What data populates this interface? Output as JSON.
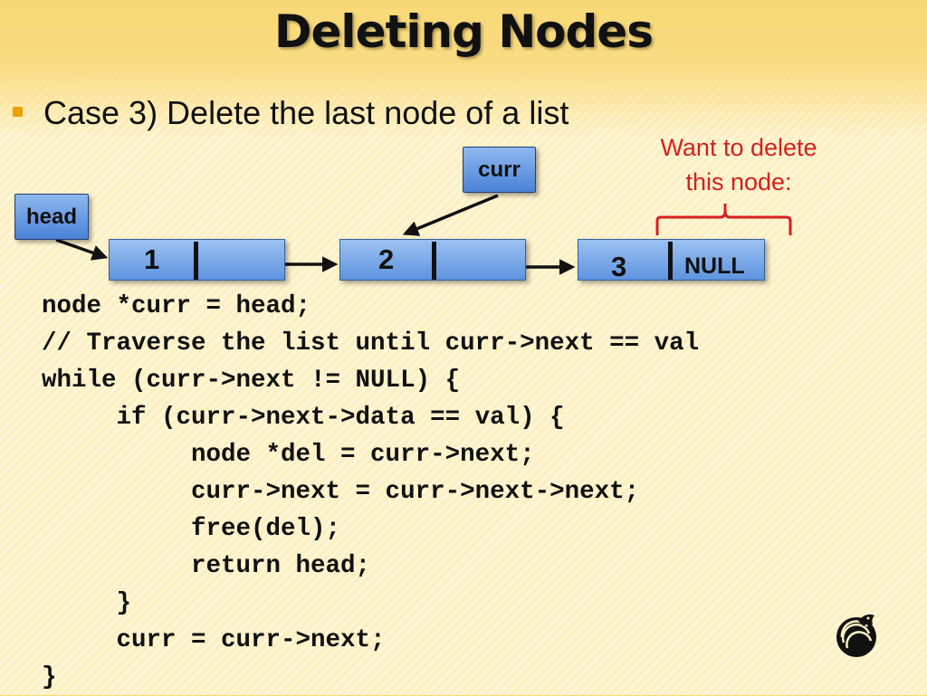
{
  "slide": {
    "title": "Deleting Nodes",
    "bullet": "Case 3)  Delete the last node of a list",
    "annotation": [
      "Want to delete",
      "this node:"
    ]
  },
  "diagram": {
    "pointers": {
      "head": "head",
      "curr": "curr"
    },
    "nodes": [
      {
        "value": "1",
        "next": ""
      },
      {
        "value": "2",
        "next": ""
      },
      {
        "value": "3",
        "next": "NULL"
      }
    ]
  },
  "code": [
    "node *curr = head;",
    "// Traverse the list until curr->next == val",
    "while (curr->next != NULL) {",
    "     if (curr->next->data == val) {",
    "          node *del = curr->next;",
    "          curr->next = curr->next->next;",
    "          free(del);",
    "          return head;",
    "     }",
    "     curr = curr->next;",
    "}"
  ],
  "colors": {
    "accent_bullet": "#f0a000",
    "annotation": "#d42020",
    "node_fill": "#6d9fe4"
  },
  "icons": {
    "logo": "pegasus-logo-icon"
  }
}
